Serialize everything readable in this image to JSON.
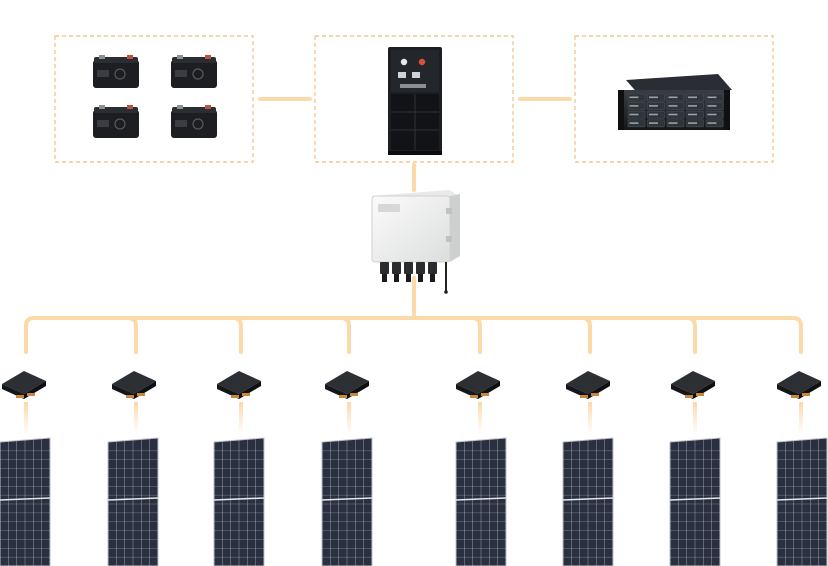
{
  "diagram": {
    "colors": {
      "wire": "#fbd9a8",
      "box_border": "#f6c98f",
      "device_dark": "#1c1e22",
      "panel_cell": "#2b3040",
      "panel_grid": "#cfd6df",
      "inverter_body": "#f1f2f1"
    },
    "top_row": [
      {
        "id": "battery-bank",
        "icon": "battery-icon",
        "units": 4
      },
      {
        "id": "control-cabinet",
        "icon": "cabinet-icon"
      },
      {
        "id": "storage-server",
        "icon": "server-rack-icon"
      }
    ],
    "hub": {
      "id": "inverter",
      "icon": "hybrid-inverter-icon"
    },
    "strings": {
      "count": 8,
      "device": "microinverter-icon",
      "panel": "solar-panel-icon"
    }
  }
}
